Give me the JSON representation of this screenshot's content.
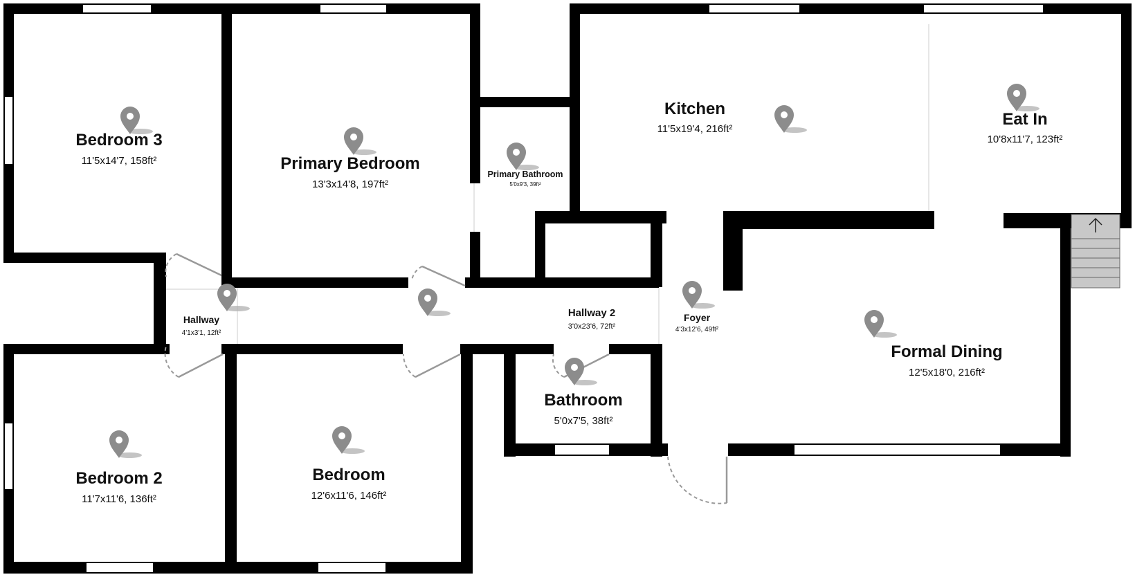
{
  "plan": {
    "colors": {
      "wall": "#000000",
      "pin": "#8c8c8c",
      "door": "#999999",
      "stairs": "#c8c8c8"
    },
    "icons": {
      "marker": "map-pin-icon",
      "stairs": "stairs-icon",
      "direction": "arrow-up-icon"
    },
    "rooms": [
      {
        "key": "bedroom3",
        "name": "Bedroom 3",
        "dims": "11'5x14'7, 158ft²"
      },
      {
        "key": "primary_bedroom",
        "name": "Primary Bedroom",
        "dims": "13'3x14'8, 197ft²"
      },
      {
        "key": "primary_bathroom",
        "name": "Primary Bathroom",
        "dims": "5'0x9'3, 39ft²"
      },
      {
        "key": "kitchen",
        "name": "Kitchen",
        "dims": "11'5x19'4, 216ft²"
      },
      {
        "key": "eat_in",
        "name": "Eat In",
        "dims": "10'8x11'7, 123ft²"
      },
      {
        "key": "hallway",
        "name": "Hallway",
        "dims": "4'1x3'1, 12ft²"
      },
      {
        "key": "hallway2",
        "name": "Hallway 2",
        "dims": "3'0x23'6, 72ft²"
      },
      {
        "key": "foyer",
        "name": "Foyer",
        "dims": "4'3x12'6, 49ft²"
      },
      {
        "key": "formal_dining",
        "name": "Formal Dining",
        "dims": "12'5x18'0, 216ft²"
      },
      {
        "key": "bathroom",
        "name": "Bathroom",
        "dims": "5'0x7'5, 38ft²"
      },
      {
        "key": "bedroom2",
        "name": "Bedroom 2",
        "dims": "11'7x11'6, 136ft²"
      },
      {
        "key": "bedroom",
        "name": "Bedroom",
        "dims": "12'6x11'6, 146ft²"
      }
    ]
  }
}
